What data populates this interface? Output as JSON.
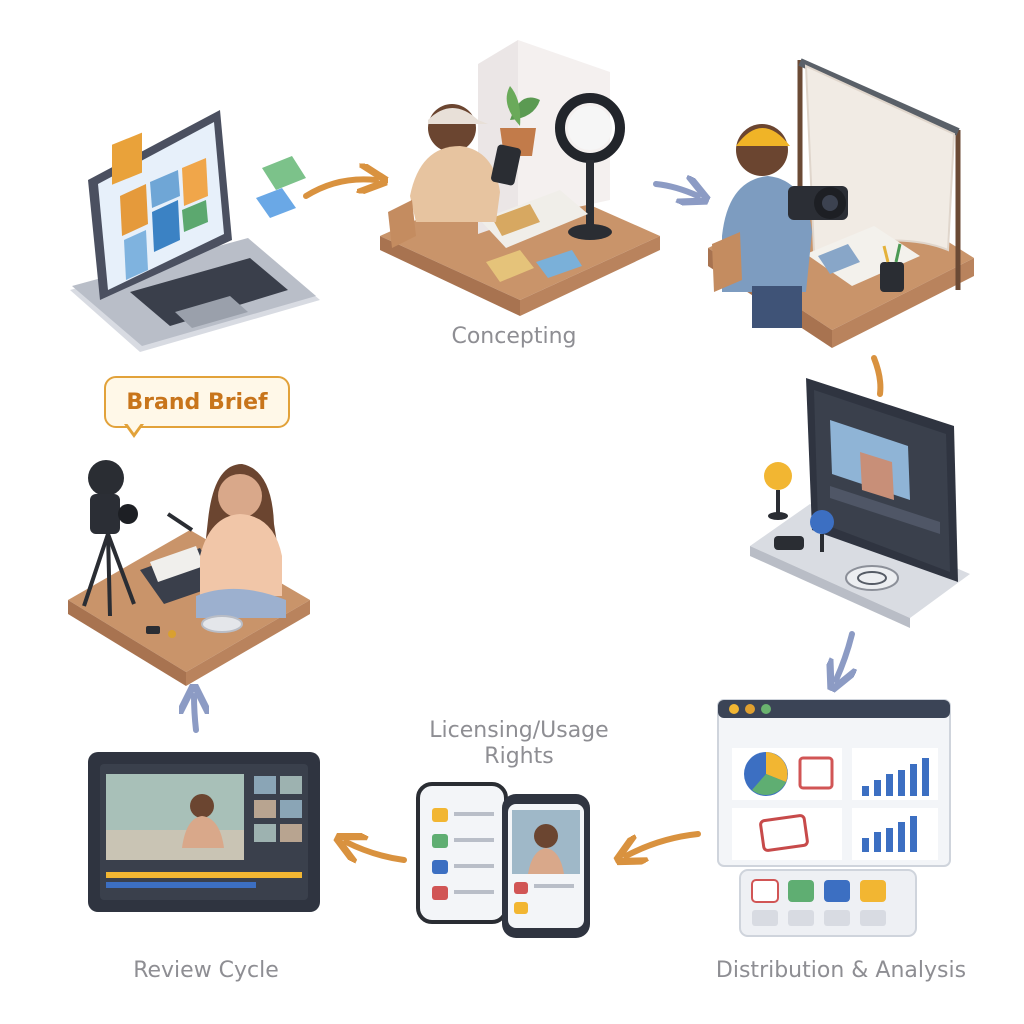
{
  "stages": {
    "concepting": "Concepting",
    "brand_brief": "Brand Brief",
    "licensing": [
      "Licensing/Usage",
      "Rights"
    ],
    "review": "Review Cycle",
    "distribution": "Distribution & Analysis"
  },
  "colors": {
    "arrow_orange": "#d9923f",
    "arrow_blue": "#8c9bc4",
    "desk": "#c9946a",
    "screen_dark": "#2f3440",
    "accent_blue": "#3c6fc2",
    "accent_yellow": "#f2b632"
  }
}
